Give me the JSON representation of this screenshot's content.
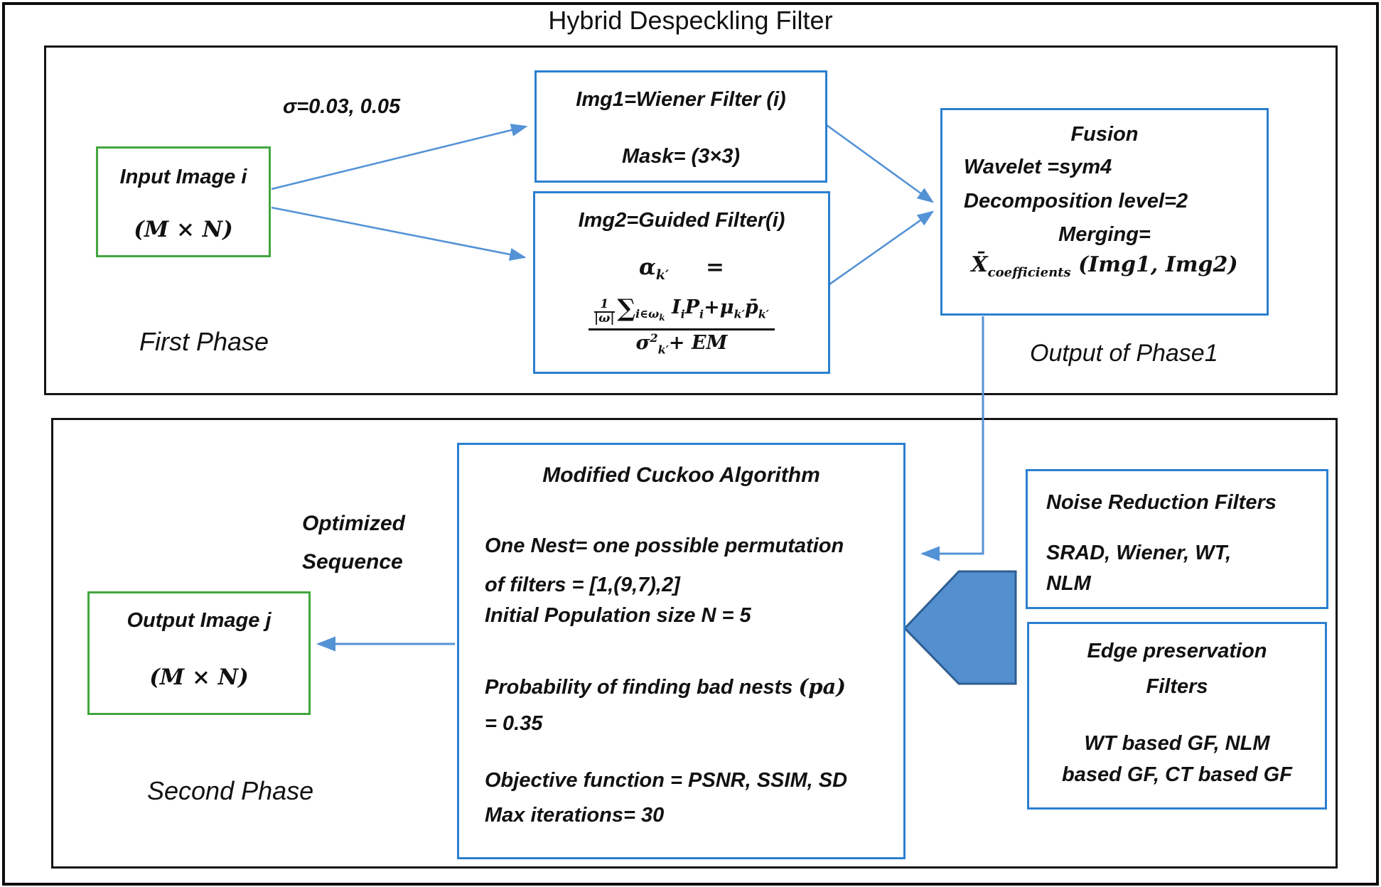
{
  "title": "Hybrid Despeckling Filter",
  "colors": {
    "box_blue": "#2b7fd0",
    "arrow_blue": "#5492d6",
    "pentagon_fill": "#548fd0",
    "pentagon_stroke": "#2f5e91",
    "green": "#42a53e"
  },
  "phase1": {
    "label": "First Phase",
    "output_label": "Output of Phase1",
    "sigma_label": "σ=0.03, 0.05",
    "input_box": {
      "line1": "Input Image i",
      "line2": "(M × N)"
    },
    "wiener_box": {
      "line1": "Img1=Wiener Filter (i)",
      "line2": "Mask= (3×3)"
    },
    "guided_box": {
      "title": "Img2=Guided Filter(i)",
      "alpha": "α",
      "alpha_sub": "k′",
      "equals": "=",
      "frac_top": "1",
      "frac_bot": "|ω|",
      "sum": "∑",
      "sum_sub": "i∈ω",
      "sum_sub_k": "k",
      "num_t1": "I",
      "num_t1_sub": "i",
      "num_t2": "P",
      "num_t2_sub": "i",
      "num_t3": "+μ",
      "num_t3_sub": "k′",
      "num_t4": "p̄",
      "num_t4_sub": "k′",
      "den_sigma": "σ",
      "den_sup": "2",
      "den_sub": "k′",
      "den_rest": "+ EM"
    },
    "fusion_box": {
      "line1": "Fusion",
      "line2": "Wavelet =sym4",
      "line3": "Decomposition level=2",
      "line4": "Merging=",
      "xbar": "X̄",
      "xbar_sub": "coefficients",
      "args": "(Img1, Img2)"
    }
  },
  "phase2": {
    "label": "Second Phase",
    "optimized_line1": "Optimized",
    "optimized_line2": "Sequence",
    "output_box": {
      "line1": "Output Image j",
      "line2": "(M × N)"
    },
    "cuckoo_box": {
      "title": "Modified Cuckoo Algorithm",
      "line1": "One Nest= one possible permutation",
      "line2": "of filters = [1,(9,7),2]",
      "line3": "Initial Population size N = 5",
      "line4": "Probability of finding bad nests ",
      "line4_pa": "(pa)",
      "line5": "= 0.35",
      "line6": "Objective function = PSNR, SSIM, SD",
      "line7": "Max iterations= 30"
    },
    "noise_box": {
      "title": "Noise Reduction Filters",
      "line1": "SRAD, Wiener, WT,",
      "line2": "NLM"
    },
    "edge_box": {
      "title1": "Edge preservation",
      "title2": "Filters",
      "line1": "WT based GF, NLM",
      "line2": "based GF, CT based GF"
    }
  }
}
